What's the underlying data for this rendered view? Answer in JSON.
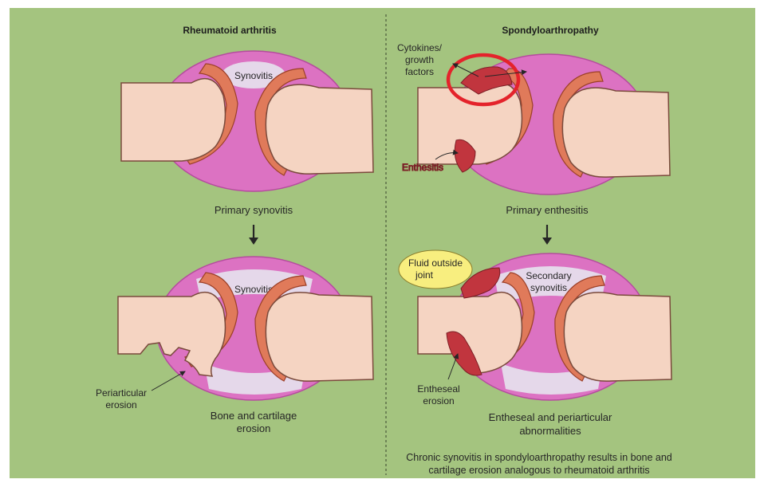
{
  "colors": {
    "background": "#a4c47f",
    "capsule": "#dc72c2",
    "capsule_edge": "#b54c9e",
    "bone": "#f5d4c2",
    "bone_edge": "#7a4a3c",
    "cartilage": "#e07a5a",
    "cartilage_edge": "#9c4028",
    "synovium": "#e5d8ea",
    "enthesis": "#c1353e",
    "highlight_ring": "#e4232b",
    "fluid_bubble": "#f8ee7f"
  },
  "left": {
    "title": "Rheumatoid arthritis",
    "top_label": "Synovitis",
    "top_caption": "Primary synovitis",
    "bottom_label": "Synovitis",
    "bottom_caption": [
      "Bone and cartilage",
      "erosion"
    ],
    "erosion_label": [
      "Periarticular",
      "erosion"
    ]
  },
  "right": {
    "title": "Spondyloarthropathy",
    "cytokines_label": [
      "Cytokines/",
      "growth",
      "factors"
    ],
    "enthesitis_label": "Enthesitis",
    "top_caption": "Primary enthesitis",
    "fluid_label": [
      "Fluid outside",
      "joint"
    ],
    "secondary_label": [
      "Secondary",
      "synovitis"
    ],
    "erosion_label": [
      "Entheseal",
      "erosion"
    ],
    "bottom_caption": [
      "Entheseal and periarticular",
      "abnormalities"
    ],
    "footnote": [
      "Chronic synovitis in spondyloarthropathy results in bone and",
      "cartilage erosion analogous to rheumatoid arthritis"
    ]
  }
}
